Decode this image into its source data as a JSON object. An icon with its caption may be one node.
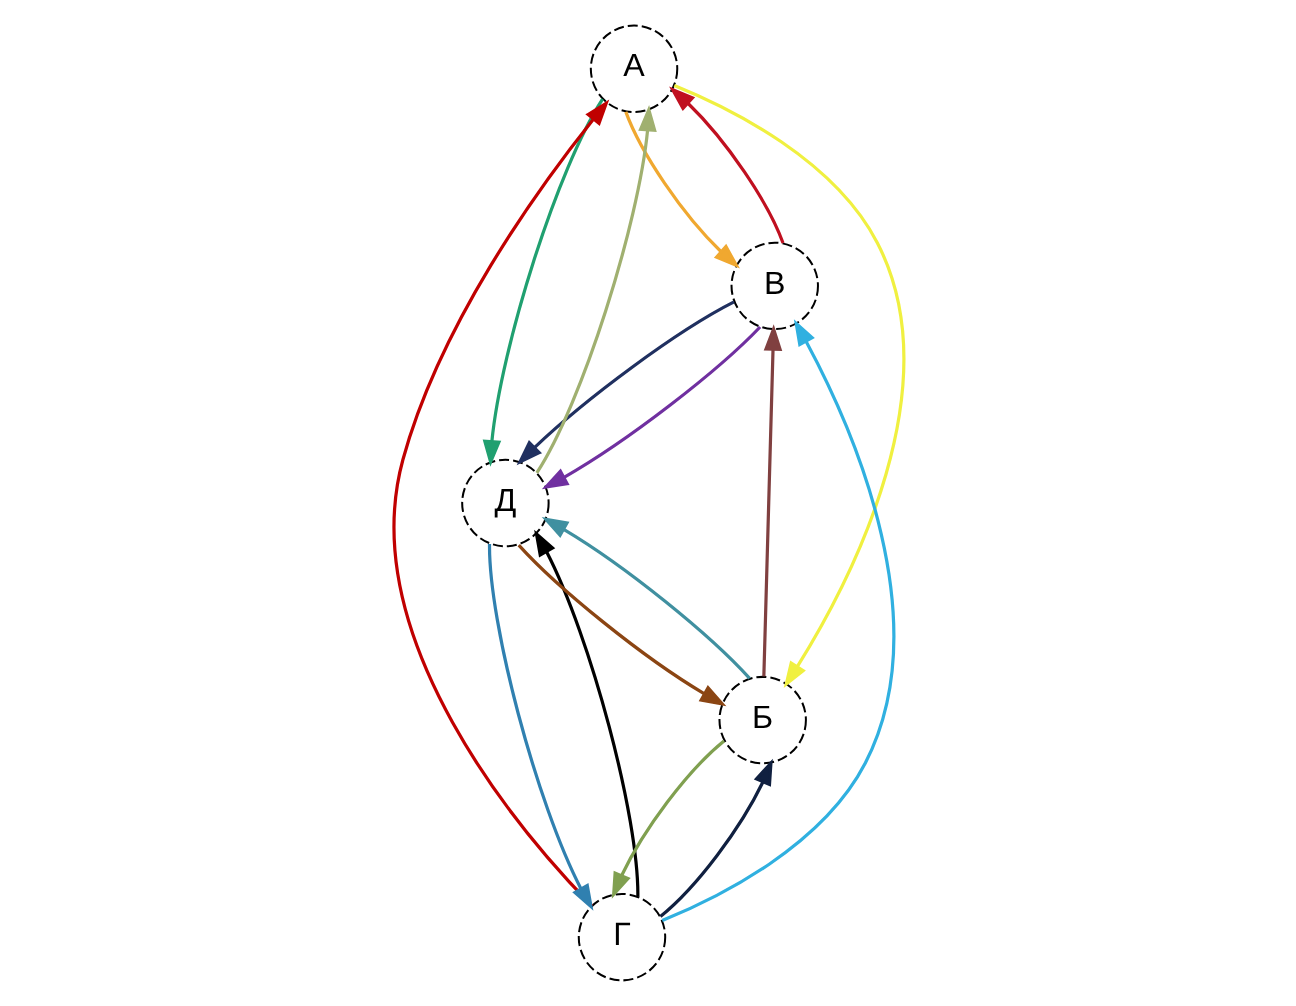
{
  "diagram": {
    "nodes": [
      {
        "text": [
          "А"
        ]
      },
      {
        "text": [
          "Г"
        ]
      },
      {
        "text": [
          "В"
        ]
      },
      {
        "text": [
          "Д"
        ]
      },
      {
        "text": [
          "Б"
        ]
      }
    ],
    "edges": [
      {
        "from": 1,
        "to": 0,
        "arrow": "to",
        "color": "#c00000"
      },
      {
        "from": 2,
        "to": 0,
        "arrow": "to",
        "color": "#c01020"
      },
      {
        "from": 0,
        "to": 2,
        "arrow": "to",
        "color": "#f0a830"
      },
      {
        "from": 0,
        "to": 3,
        "arrow": "to",
        "color": "#20a070"
      },
      {
        "from": 3,
        "to": 0,
        "arrow": "to",
        "color": "#a0b070"
      },
      {
        "from": 0,
        "to": 4,
        "arrow": "to",
        "color": "#f0f040"
      },
      {
        "from": 1,
        "to": 3,
        "arrow": "to",
        "color": "#000000"
      },
      {
        "from": 3,
        "to": 1,
        "arrow": "to",
        "color": "#3080b0"
      },
      {
        "from": 4,
        "to": 1,
        "arrow": "to",
        "color": "#80a050"
      },
      {
        "from": 1,
        "to": 4,
        "arrow": "to",
        "color": "#102040"
      },
      {
        "from": 1,
        "to": 2,
        "arrow": "to",
        "color": "#30b0e0"
      },
      {
        "from": 2,
        "to": 3,
        "arrow": "to",
        "color": "#203060"
      },
      {
        "from": 2,
        "to": 3,
        "arrow": "to",
        "color": "#7030a0"
      },
      {
        "from": 3,
        "to": 4,
        "arrow": "to",
        "color": "#8b4513"
      },
      {
        "from": 4,
        "to": 3,
        "arrow": "to",
        "color": "#4090a0"
      },
      {
        "from": 4,
        "to": 2,
        "arrow": "to",
        "color": "#804040"
      }
    ]
  }
}
